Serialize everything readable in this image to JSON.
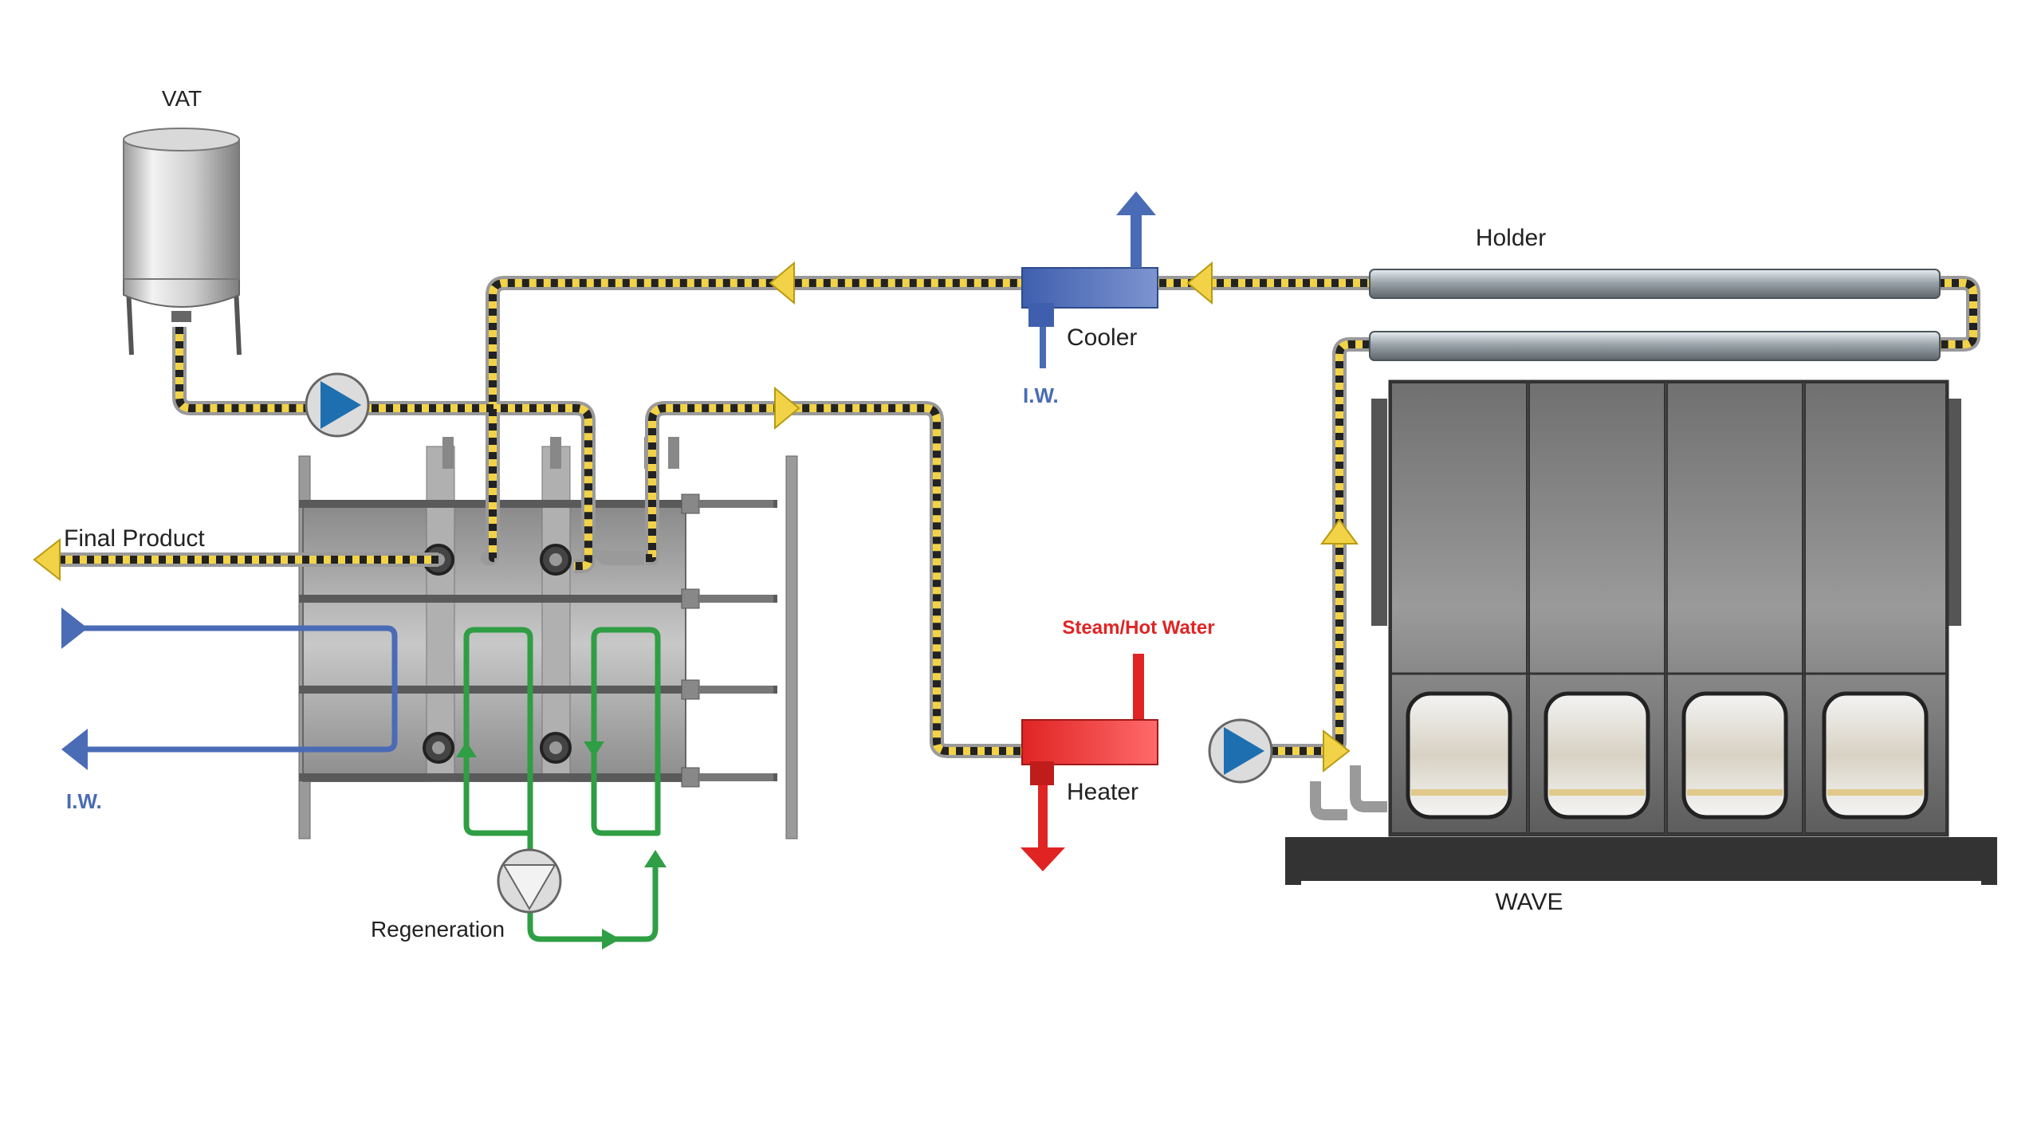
{
  "labels": {
    "vat": "VAT",
    "holder": "Holder",
    "cooler": "Cooler",
    "iw_cooler": "I.W.",
    "final_product": "Final Product",
    "iw_left": "I.W.",
    "steam": "Steam/Hot Water",
    "heater": "Heater",
    "regeneration": "Regeneration",
    "wave": "WAVE"
  },
  "colors": {
    "product_line": "#f2d347",
    "product_dash": "#222222",
    "cold_water": "#4a6bb5",
    "hot_water": "#e02424",
    "regeneration": "#2f9e44",
    "pipe_grey": "#a9a9a9",
    "pump_blue": "#1e6fb0",
    "machine_dark": "#555555",
    "label_blue": "#4a6bb5",
    "label_red": "#e02424"
  },
  "icons": {
    "product_pump": "pump-icon",
    "product_pump_2": "pump-icon",
    "regen_pump": "pump-icon",
    "flow_arrow": "arrow-icon"
  }
}
